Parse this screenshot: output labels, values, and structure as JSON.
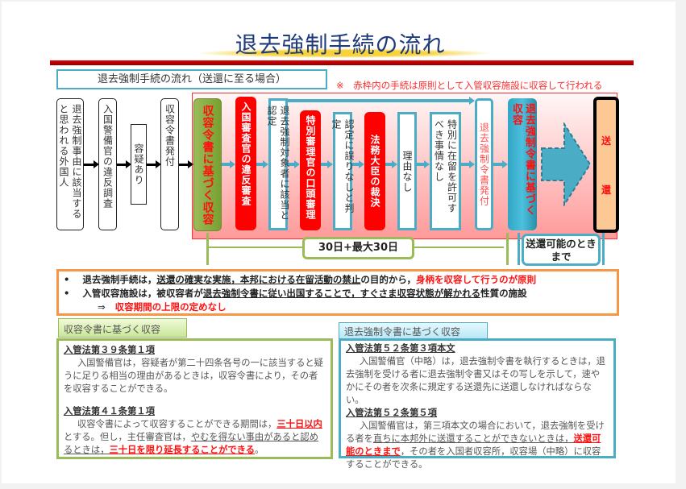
{
  "title": "退去強制手続の流れ",
  "subtitle": "退去強制手続の流れ（送還に至る場合）",
  "note": "※　赤枠内の手続は原則として入管収容施設に収容して行われる",
  "flow": {
    "s1": "退去強制事由に該当すると思われる外国人",
    "s2": "入国警備官の違反調査",
    "s3": "容疑あり",
    "s4": "収容令書発付",
    "s5": "収容令書に基づく収容",
    "s6": "入国審査官の違反審査",
    "s7": "退去強制対象者に該当と認定",
    "s8": "特別審理官の口頭審理",
    "s9": "認定に誤りなしと判定",
    "s10": "法務大臣の裁決",
    "s11": "理由なし",
    "s12": "特別に在留を許可すべき事情なし",
    "s13": "退去強制令書発付",
    "s14": "退去強制令書に基づく収容",
    "s15a": "送",
    "s15b": "還"
  },
  "period1": "30日+最大30日",
  "period2": "送還可能のときまで",
  "bullets": {
    "b1_pre": "退去強制手続は，",
    "b1_u": "送還の確実な実施，本邦における在留活動の禁止",
    "b1_mid": "の目的から，",
    "b1_red": "身柄を収容して行うのが原則",
    "b2_pre": "入管収容施設は，被収容者が",
    "b2_u": "退去強制令書に従い出国することで，すぐさま収容状態が解かれる",
    "b2_post": "性質の施設",
    "arrow": "⇒",
    "b3_red": "収容期間の上限の定めなし"
  },
  "left": {
    "tab": "収容令書に基づく収容",
    "law1": "入管法第３９条第１項",
    "text1": "入国警備官は，容疑者が第二十四条各号の一に該当すると疑うに足りる相当の理由があるときは，収容令書により，その者を収容することができる。",
    "law2": "入管法第４１条第１項",
    "t2a": "収容令書によって収容することができる期間は，",
    "t2b": "三十日以内",
    "t2c": "とする。但し，主任審査官は，",
    "t2d": "やむを得ない事由があると認めるときは，",
    "t2e": "三十日を限り延長することができる",
    "t2f": "。"
  },
  "right": {
    "tab": "退去強制令書に基づく収容",
    "law1": "入管法第５２条第３項本文",
    "text1": "入国警備官（中略）は，退去強制令書を執行するときは，退去強制を受ける者に退去強制令書又はその写しを示して，速やかにその者を次条に規定する送還先に送還しなければならない。",
    "law2": "入管法第５２条第５項",
    "t2a": "入国警備官は，第三項本文の場合において，退去強制を受ける者を",
    "t2b": "直ちに本邦外に送還することができないときは，",
    "t2c": "送還可能のときまで",
    "t2d": "，その者を入国者収容所，収容場（中略）に収容することができる。"
  }
}
